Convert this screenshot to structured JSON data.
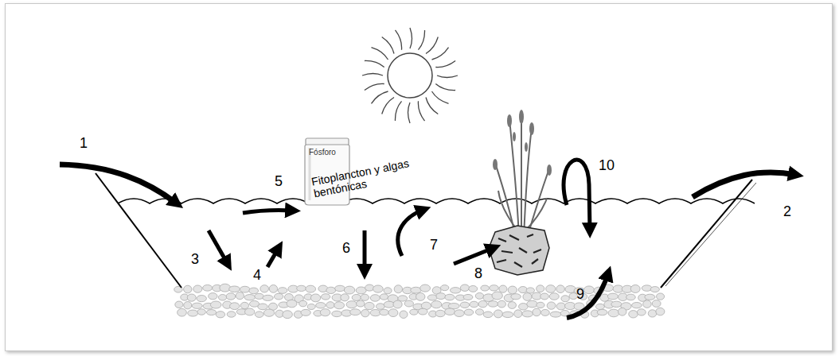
{
  "diagram": {
    "nodes": [
      {
        "text": [
          "Fósforo"
        ]
      }
    ],
    "labels": [
      "1",
      "2",
      "3",
      "4",
      "5",
      "6",
      "7",
      "8",
      "9",
      "10",
      "Fitoplancton y algas bentónicas"
    ]
  }
}
